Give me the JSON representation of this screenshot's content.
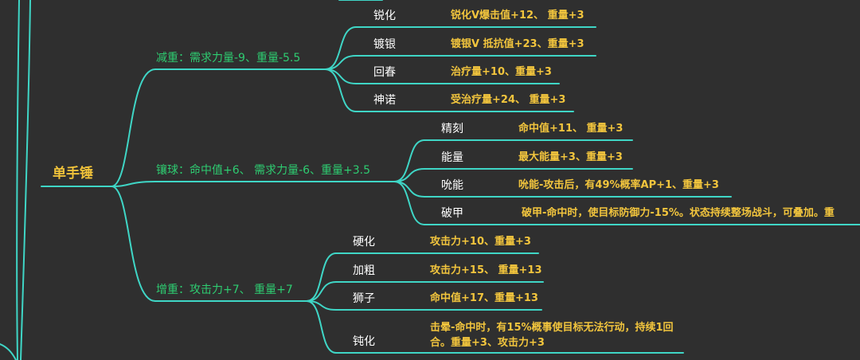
{
  "colors": {
    "background": "#2f2f2f",
    "line": "#3fd6c6",
    "root_text": "#f0c23a",
    "branch_text": "#2ecc71",
    "leaf_text": "#ffffff",
    "desc_text": "#f2c53d"
  },
  "root": {
    "label": "单手锤"
  },
  "branches": [
    {
      "label": "减重：需求力量-9、重量-5.5",
      "children": [
        {
          "label": "锐化",
          "desc": "锐化V爆击值+12、 重量+3"
        },
        {
          "label": "镀银",
          "desc": "镀银V 抵抗值+23、重量+3"
        },
        {
          "label": "回春",
          "desc": "治疗量+10、重量+3"
        },
        {
          "label": "神诺",
          "desc": "受治疗量+24、 重量+3"
        }
      ]
    },
    {
      "label": "镶球：命中值+6、 需求力量-6、重量+3.5",
      "children": [
        {
          "label": "精刻",
          "desc": "命中值+11、 重量+3"
        },
        {
          "label": "能量",
          "desc": "最大能量+3、重量+3"
        },
        {
          "label": "吮能",
          "desc": "吮能-攻击后，有49%概率AP+1、重量+3"
        },
        {
          "label": "破甲",
          "desc": "破甲-命中时，使目标防御力-15%。状态持续整场战斗，可叠加。重"
        }
      ]
    },
    {
      "label": "增重：攻击力+7、 重量+7",
      "children": [
        {
          "label": "硬化",
          "desc": "攻击力+10、重量+3"
        },
        {
          "label": "加粗",
          "desc": "攻击力+15、 重量+13"
        },
        {
          "label": "狮子",
          "desc": "命中值+17、重量+13"
        },
        {
          "label": "钝化",
          "desc": "击晕-命中时，有15%概事使目标无法行动，持续1回合。重量+3、攻击力+3"
        }
      ]
    }
  ]
}
